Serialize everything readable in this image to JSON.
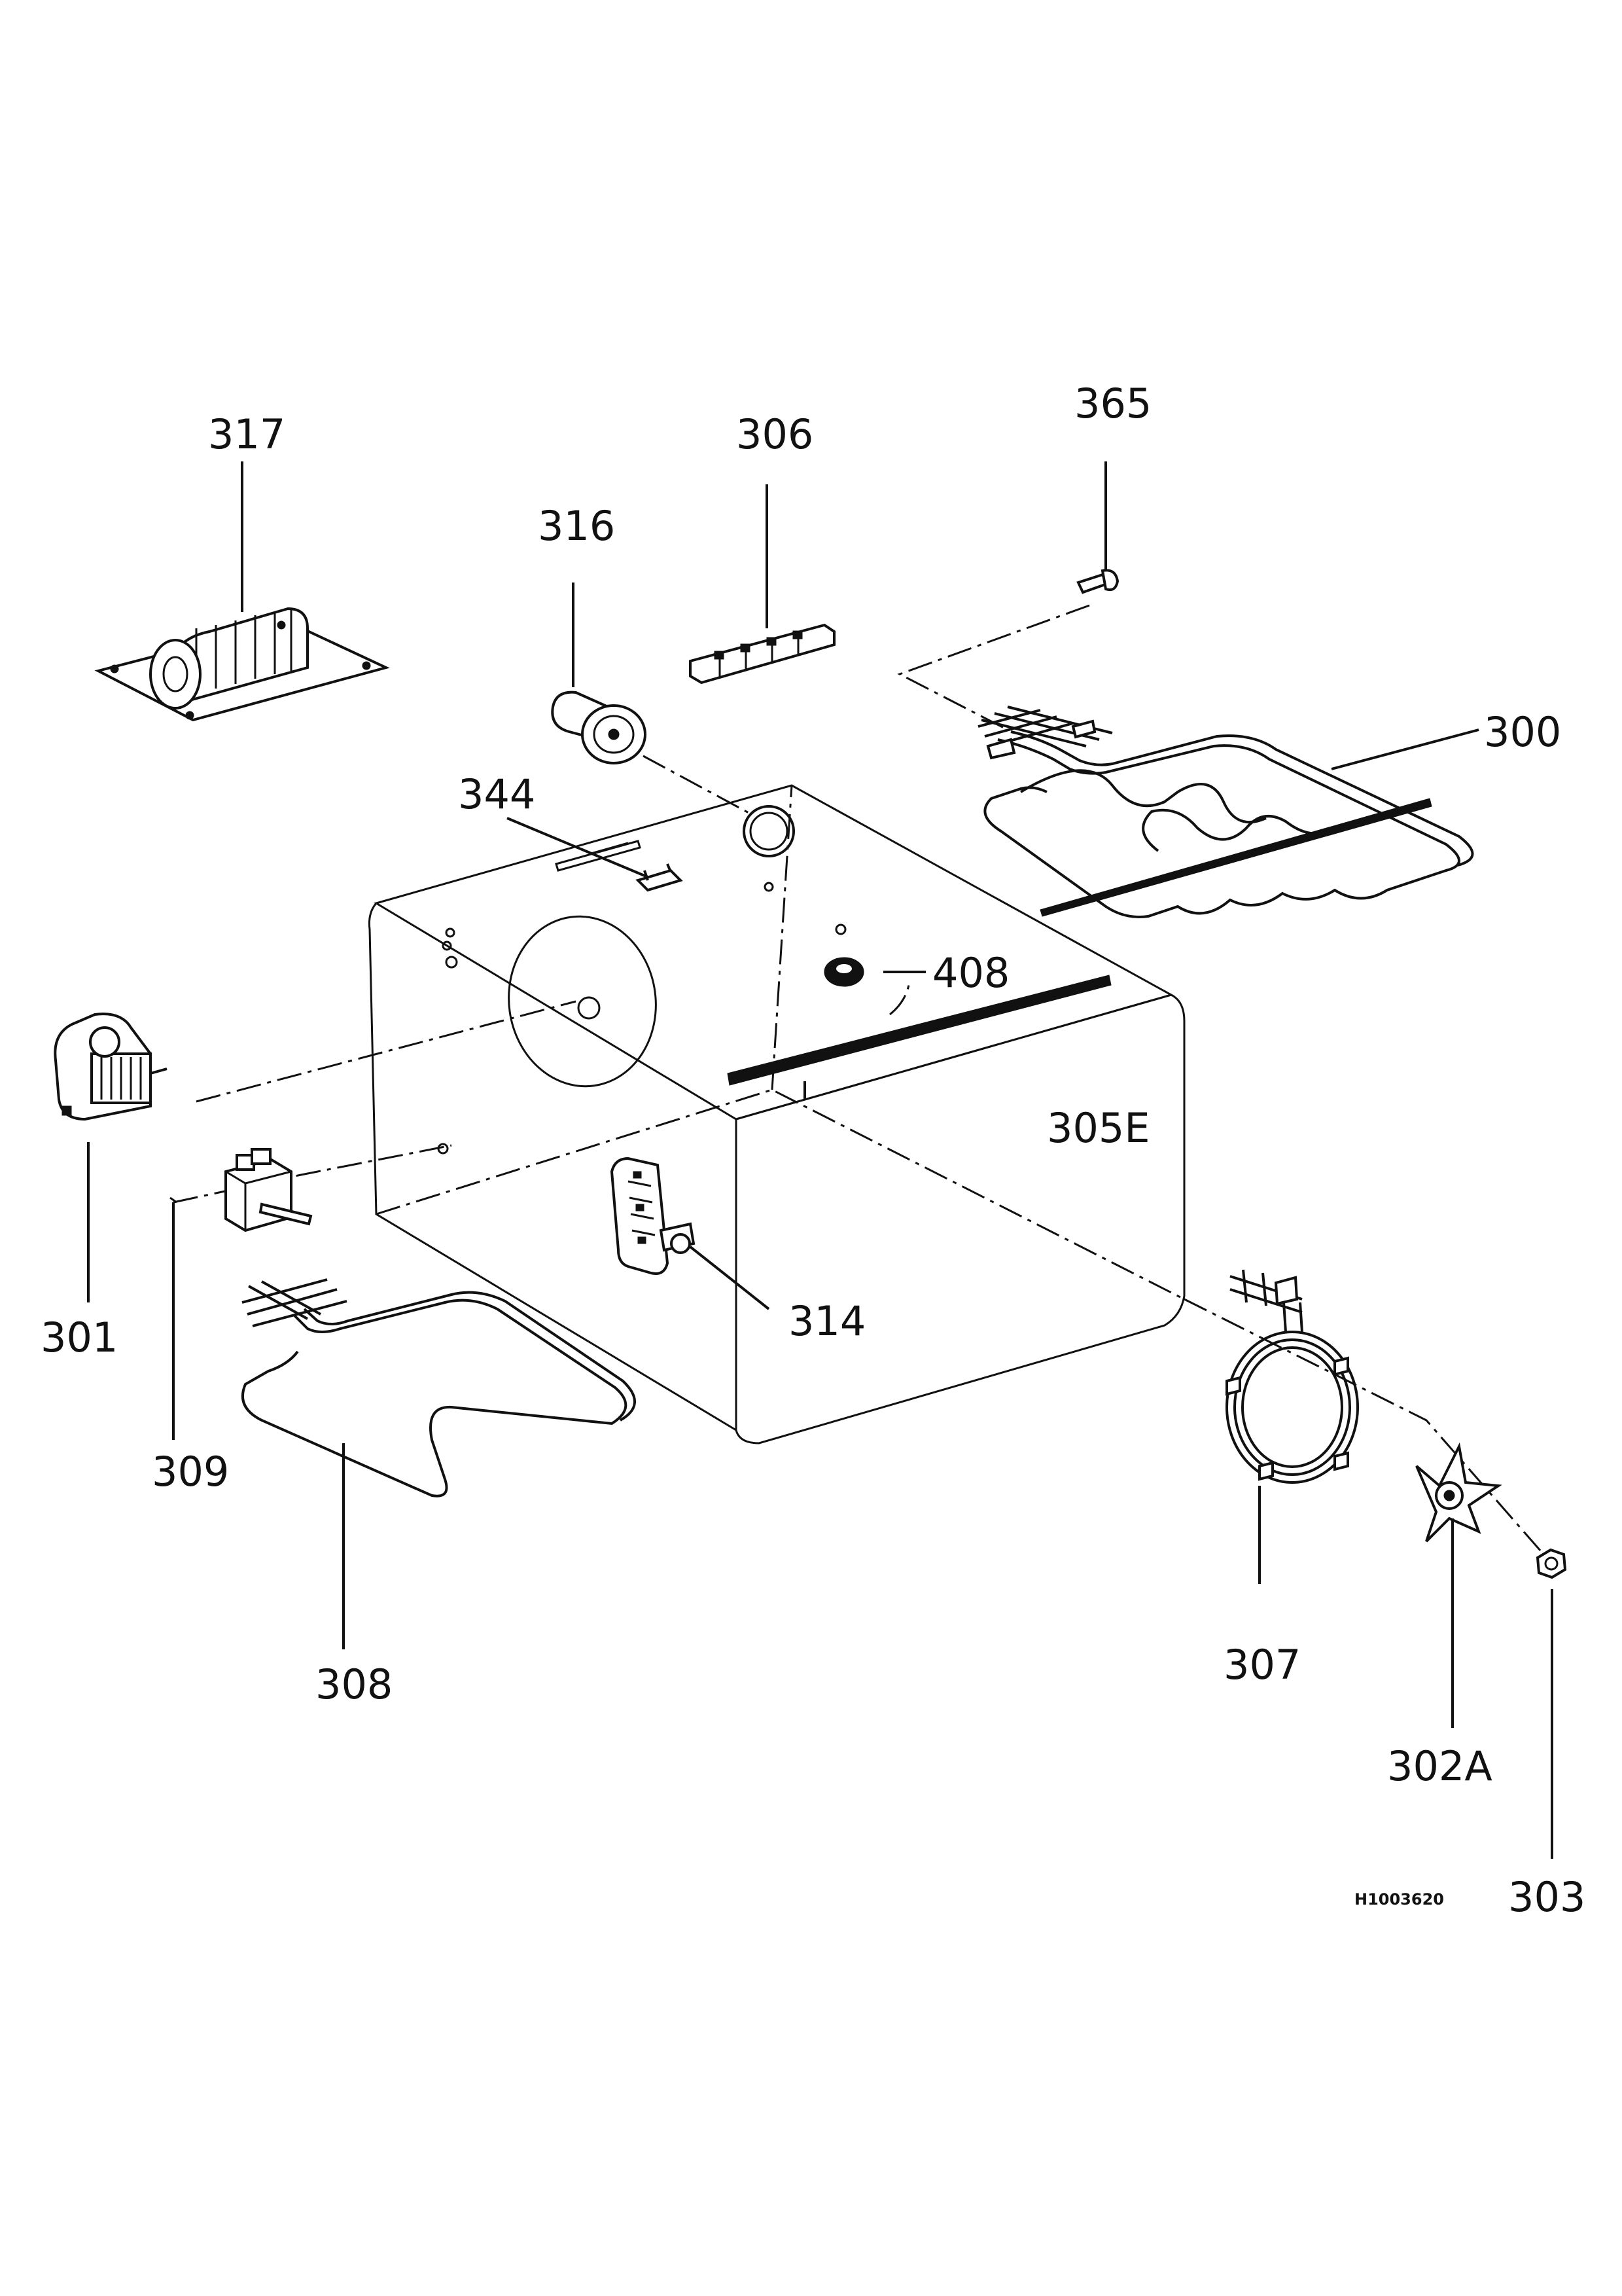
{
  "labels": {
    "p300": "300",
    "p301": "301",
    "p302A": "302A",
    "p303": "303",
    "p305E": "305E",
    "p306": "306",
    "p307": "307",
    "p308": "308",
    "p309": "309",
    "p314": "314",
    "p316": "316",
    "p317": "317",
    "p344": "344",
    "p365": "365",
    "p408": "408"
  },
  "document_code": "H1003620"
}
